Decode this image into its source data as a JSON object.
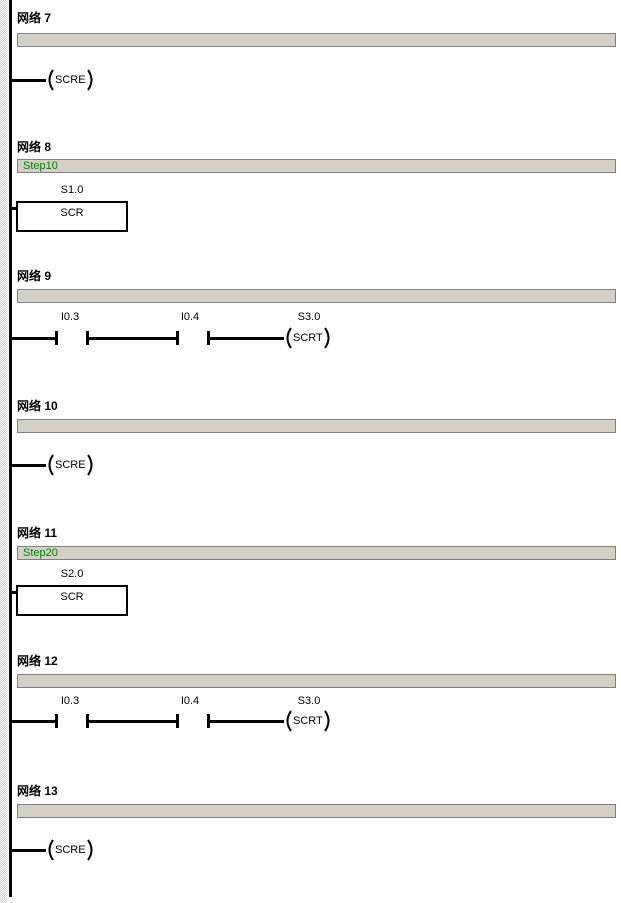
{
  "colors": {
    "comment_bar_fill": "#d4d0c8",
    "comment_bar_border": "#808080",
    "comment_text_green": "#008000",
    "wire_black": "#000000"
  },
  "networks": [
    {
      "title": "网络 7",
      "comment": "",
      "coil": {
        "name": "SCRE"
      }
    },
    {
      "title": "网络 8",
      "comment": "Step10",
      "box": {
        "operand": "S1.0",
        "name": "SCR"
      }
    },
    {
      "title": "网络 9",
      "comment": "",
      "contacts": [
        {
          "operand": "I0.3"
        },
        {
          "operand": "I0.4"
        }
      ],
      "coil": {
        "operand": "S3.0",
        "name": "SCRT"
      }
    },
    {
      "title": "网络 10",
      "comment": "",
      "coil": {
        "name": "SCRE"
      }
    },
    {
      "title": "网络 11",
      "comment": "Step20",
      "box": {
        "operand": "S2.0",
        "name": "SCR"
      }
    },
    {
      "title": "网络 12",
      "comment": "",
      "contacts": [
        {
          "operand": "I0.3"
        },
        {
          "operand": "I0.4"
        }
      ],
      "coil": {
        "operand": "S3.0",
        "name": "SCRT"
      }
    },
    {
      "title": "网络 13",
      "comment": "",
      "coil": {
        "name": "SCRE"
      }
    }
  ]
}
